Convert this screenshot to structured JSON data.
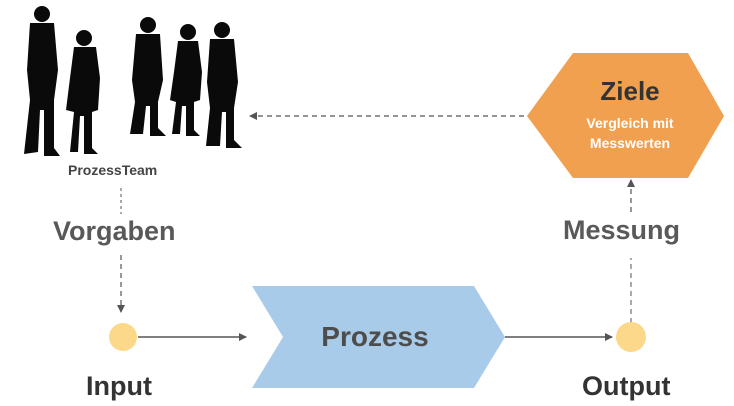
{
  "team": {
    "label": "ProzessTeam",
    "icon": "business-team-silhouettes-icon"
  },
  "steps": {
    "vorgaben": "Vorgaben",
    "input": "Input",
    "prozess": "Prozess",
    "output": "Output",
    "messung": "Messung"
  },
  "ziele": {
    "title": "Ziele",
    "line1": "Vergleich mit",
    "line2": "Messwerten"
  },
  "colors": {
    "label_gray": "#595959",
    "dark_text": "#333333",
    "process_blue": "#a9cbea",
    "ziele_orange": "#f0a04e",
    "node_yellow": "#fbd88a",
    "silhouette": "#0a0a0a",
    "connector": "#555555",
    "white": "#ffffff"
  }
}
